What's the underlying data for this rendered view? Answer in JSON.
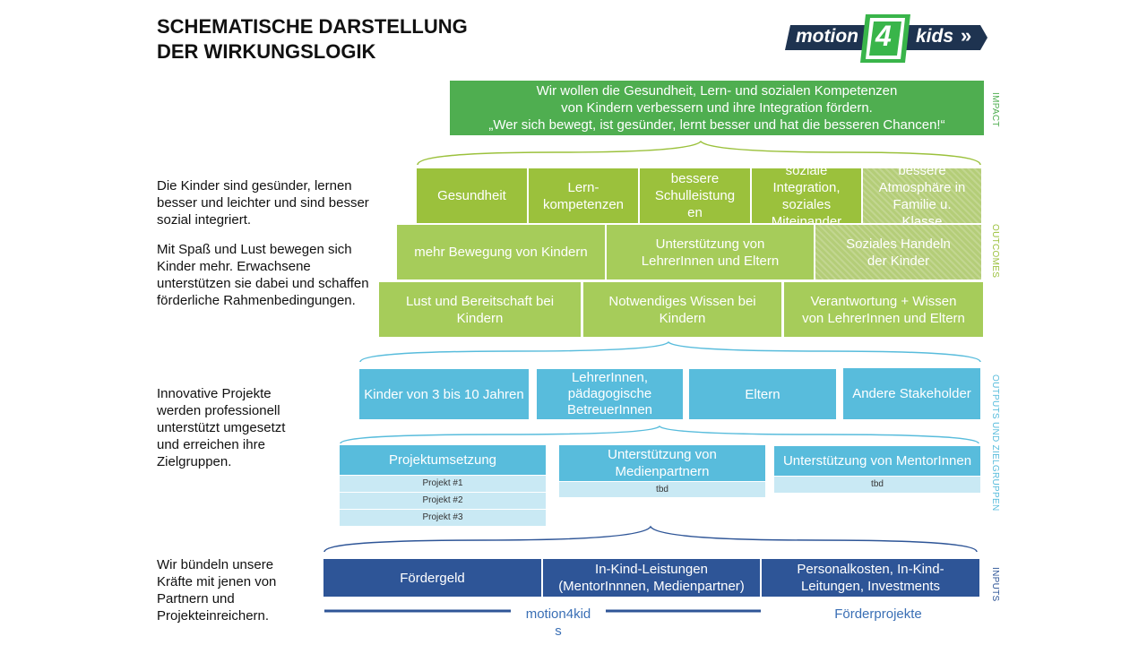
{
  "title_line1": "SCHEMATISCHE DARSTELLUNG",
  "title_line2": "DER WIRKUNGSLOGIK",
  "logo": {
    "word1": "motion",
    "digit": "4",
    "word2": "kids",
    "arrows": "»"
  },
  "colors": {
    "impact": "#4fae50",
    "outcome": "#9bc13c",
    "outputs": "#58bcdc",
    "inputs": "#2e5597",
    "logo_dark": "#1e3350",
    "logo_green": "#39b54a"
  },
  "impact": {
    "line1": "Wir wollen die Gesundheit, Lern- und sozialen Kompetenzen",
    "line2": "von Kindern verbessern und ihre Integration fördern.",
    "line3": "„Wer sich bewegt, ist gesünder, lernt besser und hat die besseren Chancen!“",
    "label": "IMPACT"
  },
  "outcomes": {
    "label": "OUTCOMES",
    "row1": [
      "Gesundheit",
      "Lern-\nkompetenzen",
      "bessere\nSchulleistung\nen",
      "soziale\nIntegration,\nsoziales\nMiteinander",
      "bessere\nAtmosphäre in\nFamilie u.\nKlasse"
    ],
    "row2": [
      "mehr Bewegung von Kindern",
      "Unterstützung  von\nLehrerInnen  und Eltern",
      "Soziales Handeln\nder Kinder"
    ],
    "row3": [
      "Lust und Bereitschaft bei\nKindern",
      "Notwendiges Wissen bei\nKindern",
      "Verantwortung  + Wissen\nvon LehrerInnen  und Eltern"
    ]
  },
  "outputs": {
    "label": "OUTPUTS  UND  ZIELGRUPPEN",
    "targets": [
      "Kinder von  3 bis 10 Jahren",
      "LehrerInnen,\npädagogische\nBetreuerInnen",
      "Eltern",
      "Andere Stakeholder"
    ],
    "support": [
      {
        "title": "Projektumsetzung",
        "items": [
          "Projekt #1",
          "Projekt #2",
          "Projekt #3"
        ]
      },
      {
        "title": "Unterstützung  von\nMedienpartnern",
        "items": [
          "tbd"
        ]
      },
      {
        "title": "Unterstützung  von MentorInnen",
        "items": [
          "tbd"
        ]
      }
    ]
  },
  "inputs": {
    "label": "INPUTS",
    "boxes": [
      "Fördergeld",
      "In-Kind-Leistungen\n(MentorInnnen,  Medienpartner)",
      "Personalkosten, In-Kind-\nLeitungen, Investments"
    ],
    "bottom_left": "motion4kid\ns",
    "bottom_right": "Förderprojekte"
  },
  "side": {
    "t1": "Die Kinder sind gesünder,  lernen\nbesser und leichter und sind besser\nsozial integriert.",
    "t2": "Mit Spaß und Lust bewegen sich\nKinder mehr.  Erwachsene\nunterstützen  sie dabei und schaffen\nförderliche Rahmenbedingungen.",
    "t3": "Innovative  Projekte\nwerden professionell\nunterstützt  umgesetzt\nund erreichen ihre\nZielgruppen.",
    "t4": "Wir bündeln  unsere\nKräfte mit jenen von\nPartnern  und\nProjekteinreichern."
  }
}
